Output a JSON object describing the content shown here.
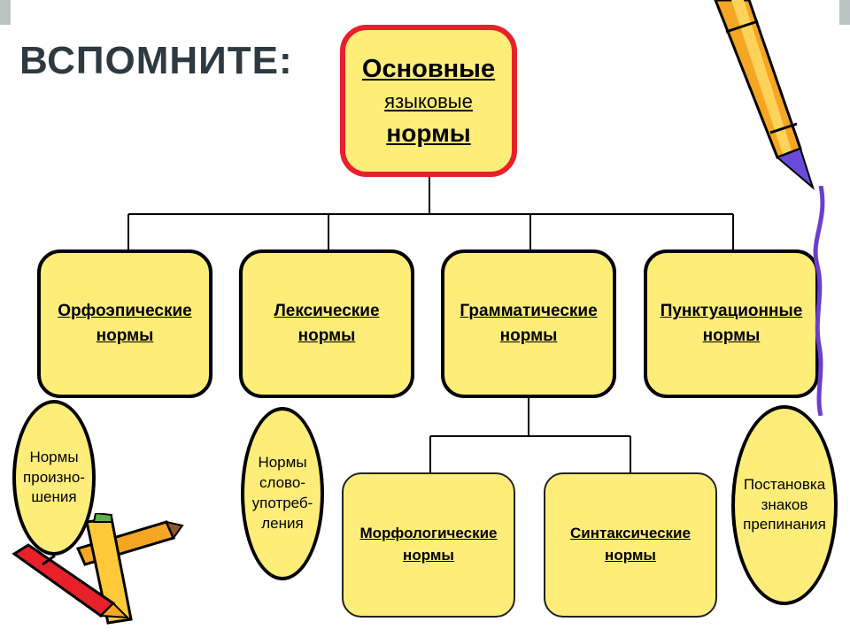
{
  "title": "ВСПОМНИТЕ:",
  "root": {
    "line1": "Основные",
    "line2": "языковые",
    "line3": "нормы"
  },
  "level1": [
    {
      "line1": "Орфоэпические",
      "line2": "нормы"
    },
    {
      "line1": "Лексические",
      "line2": "нормы"
    },
    {
      "line1": "Грамматические",
      "line2": "нормы"
    },
    {
      "line1": "Пунктуационные",
      "line2": "нормы"
    }
  ],
  "level2": [
    {
      "line1": "Морфологические",
      "line2": "нормы"
    },
    {
      "line1": "Синтаксические",
      "line2": "нормы"
    }
  ],
  "ovals": [
    {
      "line1": "Нормы",
      "line2": "произно-",
      "line3": "шения"
    },
    {
      "line1": "Нормы",
      "line2": "слово-",
      "line3": "употреб-",
      "line4": "ления"
    },
    {
      "line1": "Постановка",
      "line2": "знаков",
      "line3": "препинания"
    }
  ],
  "colors": {
    "box_fill": "#ffed7a",
    "root_border": "#e8202a",
    "border": "#000000",
    "title": "#2e3a40"
  },
  "decorations": [
    "pencil-icon",
    "crayon-icon"
  ]
}
